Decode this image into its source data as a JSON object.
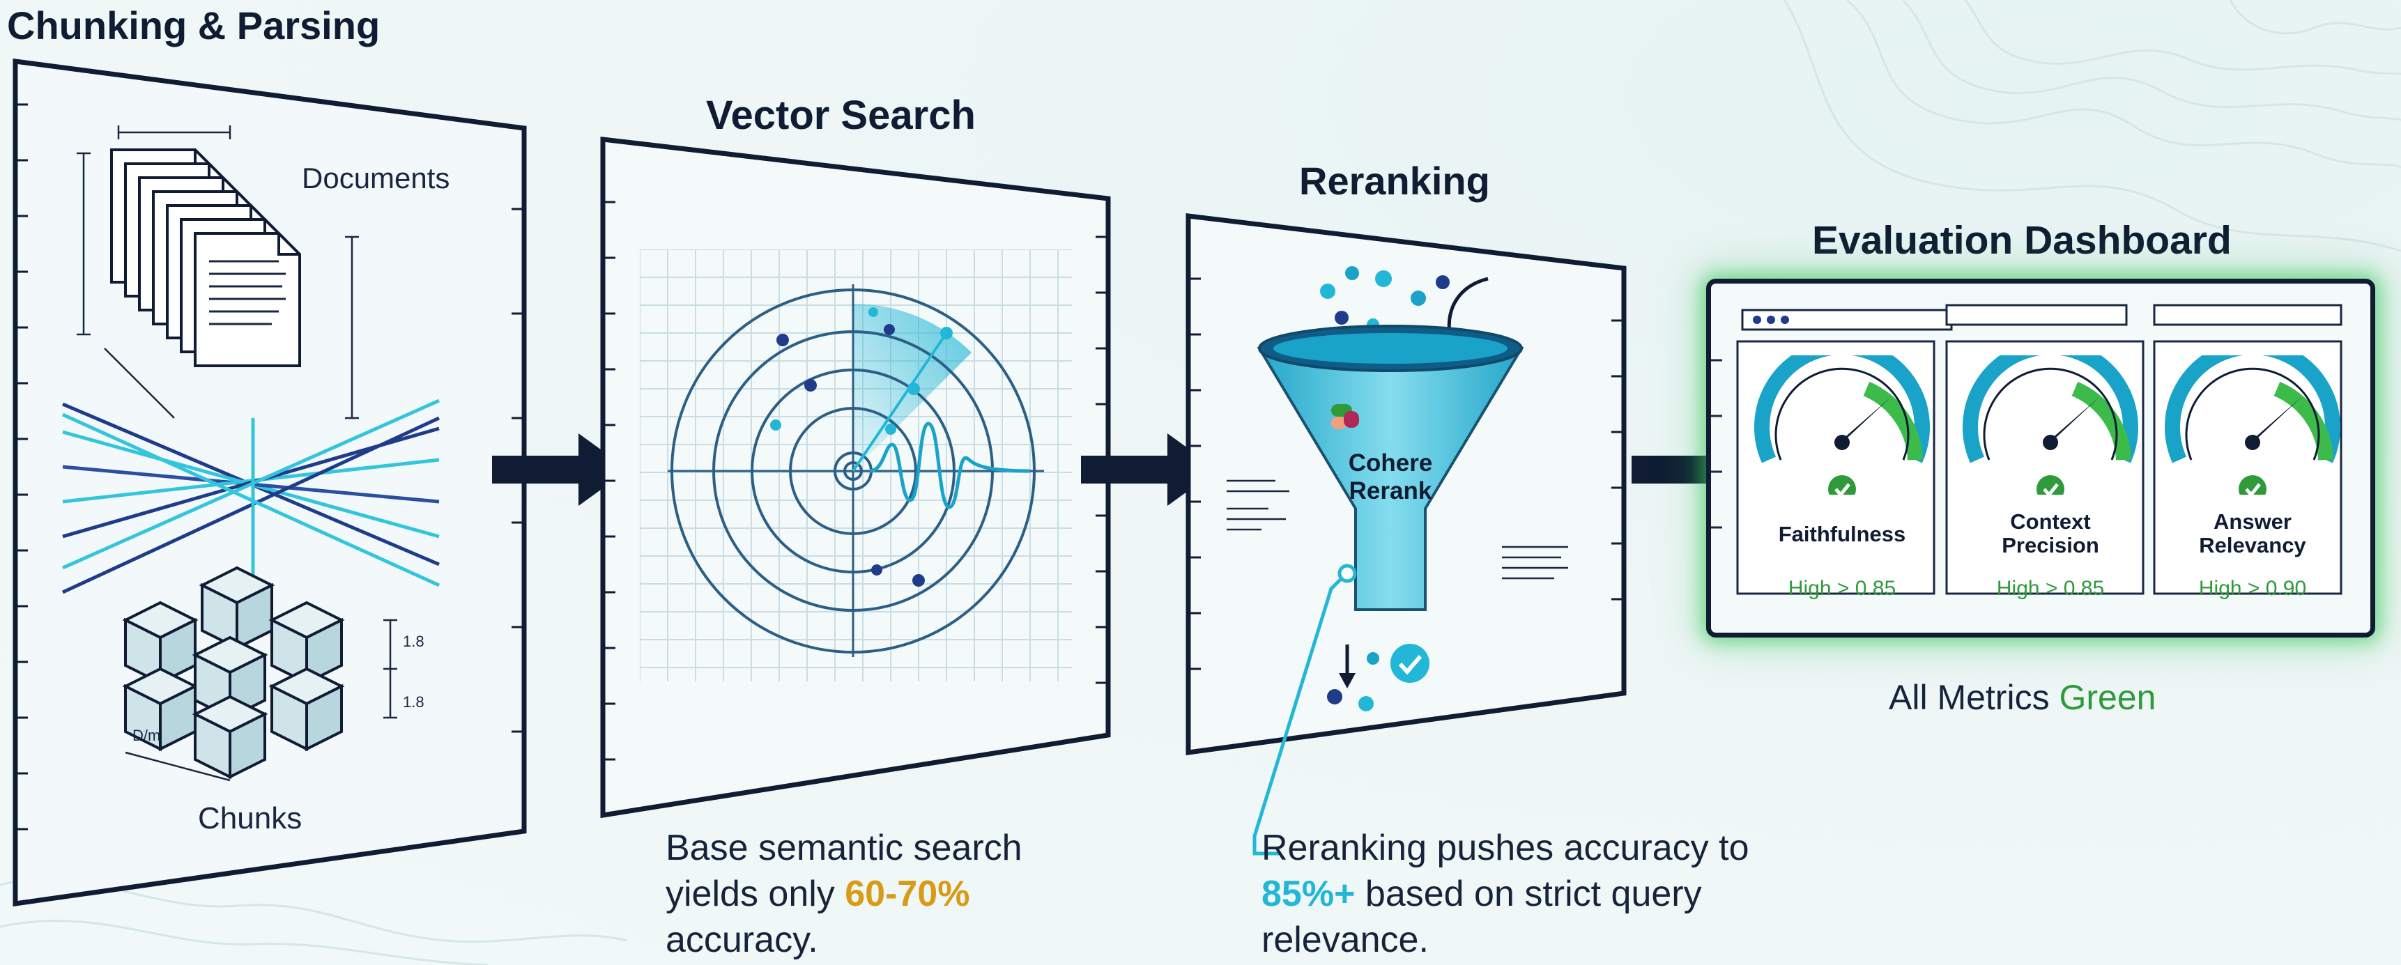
{
  "stages": {
    "chunking": {
      "title": "Chunking & Parsing",
      "documents_label": "Documents",
      "chunks_label": "Chunks",
      "dim_label_1": "1.8",
      "dim_label_2": "1.8",
      "dim_label_3": "D/m"
    },
    "vector_search": {
      "title": "Vector Search",
      "caption_pre": "Base semantic search yields only ",
      "caption_highlight": "60-70%",
      "caption_post": "accuracy."
    },
    "reranking": {
      "title": "Reranking",
      "funnel_label_line1": "Cohere",
      "funnel_label_line2": "Rerank",
      "caption_pre": "Reranking pushes accuracy to ",
      "caption_highlight": "85%+",
      "caption_post": " based on strict query relevance."
    },
    "evaluation": {
      "title": "Evaluation Dashboard",
      "gauges": [
        {
          "title": "Faithfulness",
          "value": "High > 0.85"
        },
        {
          "title": "Context Precision",
          "value": "High > 0.85"
        },
        {
          "title": "Answer Relevancy",
          "value": "High > 0.90"
        }
      ],
      "summary_pre": "All Metrics ",
      "summary_highlight": "Green"
    }
  },
  "colors": {
    "navy": "#0f1c33",
    "cyan": "#22b7d6",
    "teal": "#1aa3c8",
    "green": "#2e9a3a",
    "orange": "#d99a16",
    "panel": "#f4f9fa"
  },
  "icons": [
    "document-stack-icon",
    "cube-chunks-icon",
    "radar-icon",
    "funnel-icon",
    "check-icon",
    "gauge-icon",
    "arrow-right-icon"
  ]
}
